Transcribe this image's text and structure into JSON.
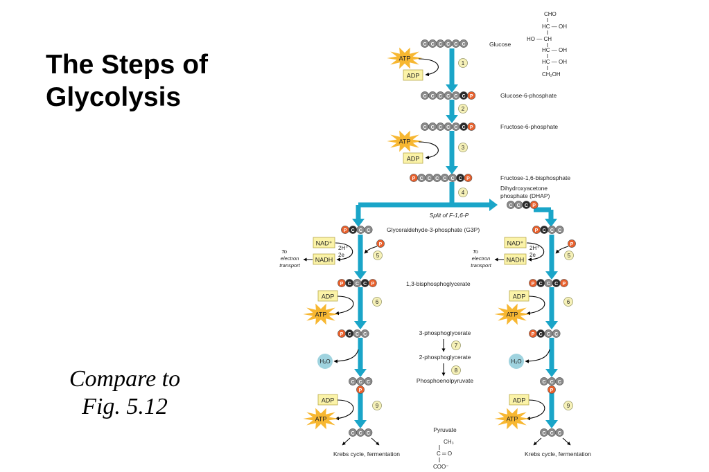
{
  "slide": {
    "title_line1": "The Steps of",
    "title_line2": "Glycolysis",
    "compare_line1": "Compare to",
    "compare_line2": "Fig. 5.12"
  },
  "colors": {
    "arrow": "#1aa5c8",
    "carbon": "#8a8a8a",
    "carbon_highlight": "#2a2a2a",
    "phosphate": "#e8602c",
    "atp_burst": "#f7b731",
    "adp_box": "#fbf3a8",
    "water": "#9fd3df",
    "step_circle": "#f6f1b8"
  },
  "molecule": {
    "carbon_letter": "C",
    "phosphate_letter": "P"
  },
  "intermediates": {
    "glucose": "Glucose",
    "g6p": "Glucose-6-phosphate",
    "f6p": "Fructose-6-phosphate",
    "f16bp": "Fructose-1,6-bisphosphate",
    "dhap_line1": "Dihydroxyacetone",
    "dhap_line2": "phosphate (DHAP)",
    "split": "Split of F-1,6-P",
    "g3p": "Glyceraldehyde-3-phosphate (G3P)",
    "bpg": "1,3-bisphosphoglycerate",
    "pg3": "3-phosphoglycerate",
    "pg2": "2-phosphoglycerate",
    "pep": "Phosphoenolpyruvate",
    "pyruvate": "Pyruvate",
    "krebs": "Krebs cycle, fermentation"
  },
  "steps": [
    "1",
    "2",
    "3",
    "4",
    "5",
    "6",
    "7",
    "8",
    "9"
  ],
  "cofactors": {
    "atp": "ATP",
    "adp": "ADP",
    "nad": "NAD⁺",
    "nadh": "NADH",
    "h2": "2H⁺",
    "e2": "2e",
    "water": "H₂O",
    "electron_line1": "To",
    "electron_line2": "electron",
    "electron_line3": "transport"
  },
  "glucose_structure": {
    "cho": "CHO",
    "hc_oh": "HC — OH",
    "ho_ch": "HO — CH",
    "ch2oh": "CH₂OH"
  },
  "pyruvate_structure": {
    "ch3": "CH₃",
    "co": "C ═ O",
    "coo": "COO⁻"
  }
}
